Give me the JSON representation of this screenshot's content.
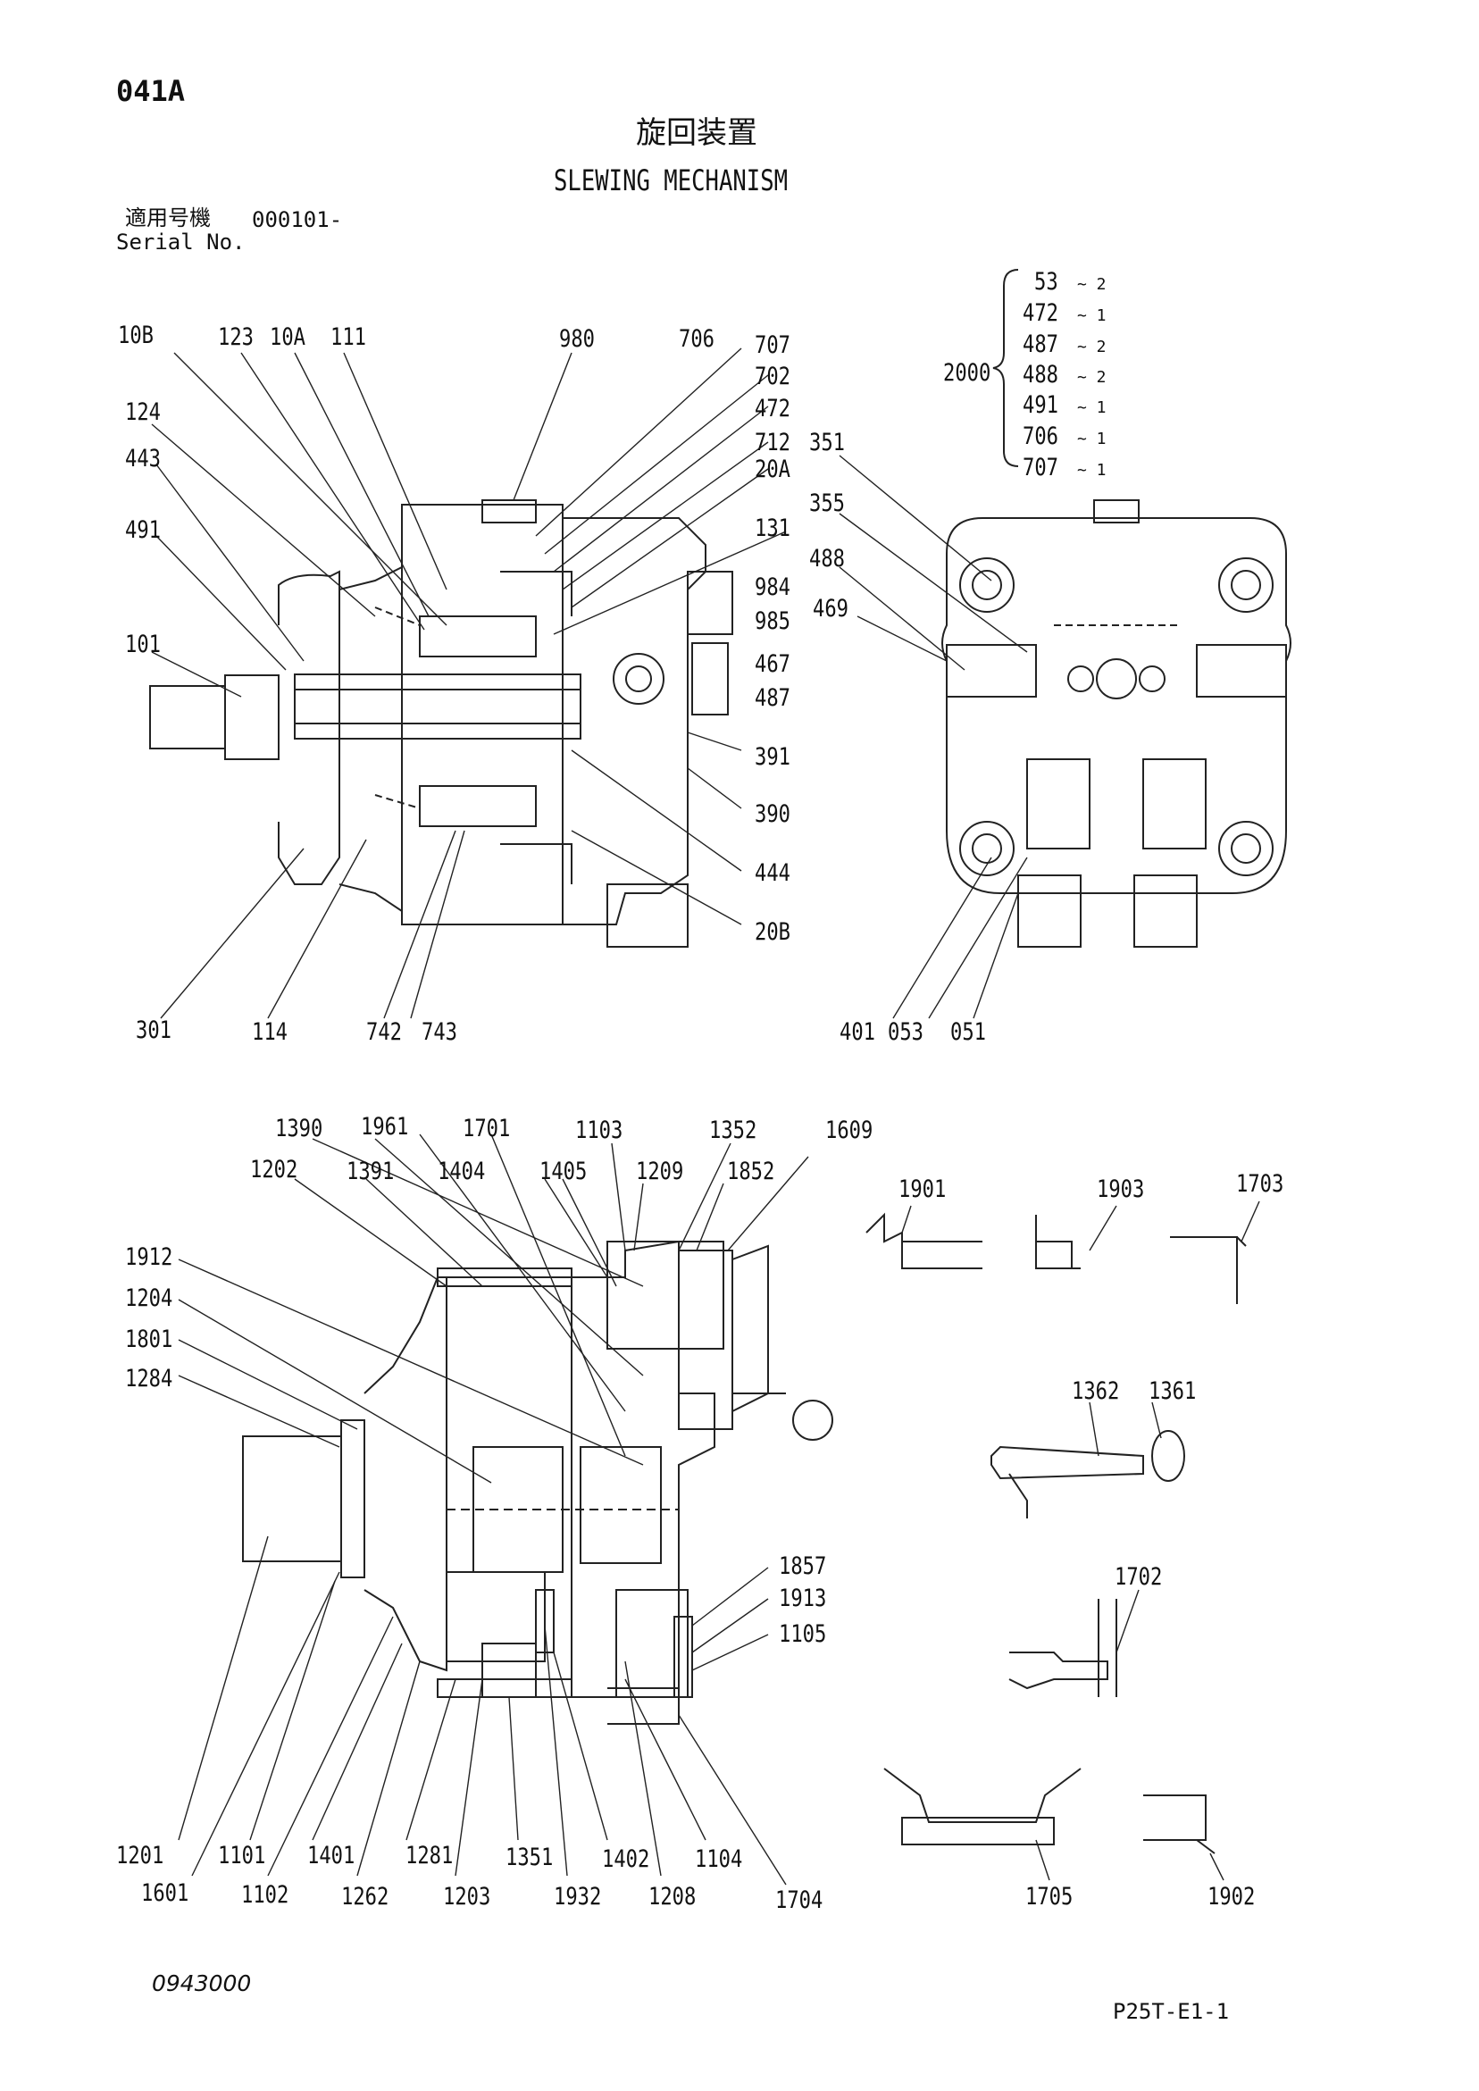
{
  "page_id": "041A",
  "title_jp": "旋回装置",
  "title_en": "SLEWING MECHANISM",
  "serial": {
    "jp_label": "適用号機",
    "value": "000101-",
    "en_label": "Serial No."
  },
  "kit": {
    "id": "2000",
    "items": [
      {
        "part": "53",
        "qty": "2"
      },
      {
        "part": "472",
        "qty": "1"
      },
      {
        "part": "487",
        "qty": "2"
      },
      {
        "part": "488",
        "qty": "2"
      },
      {
        "part": "491",
        "qty": "1"
      },
      {
        "part": "706",
        "qty": "1"
      },
      {
        "part": "707",
        "qty": "1"
      }
    ]
  },
  "callouts": {
    "c_10B": "10B",
    "c_123": "123",
    "c_10A": "10A",
    "c_111": "111",
    "c_980": "980",
    "c_706": "706",
    "c_707": "707",
    "c_702": "702",
    "c_472": "472",
    "c_712": "712",
    "c_351": "351",
    "c_20A": "20A",
    "c_124": "124",
    "c_443": "443",
    "c_491": "491",
    "c_131": "131",
    "c_355": "355",
    "c_488": "488",
    "c_984": "984",
    "c_469": "469",
    "c_985": "985",
    "c_101": "101",
    "c_467": "467",
    "c_487": "487",
    "c_391": "391",
    "c_390": "390",
    "c_444": "444",
    "c_20B": "20B",
    "c_301": "301",
    "c_114": "114",
    "c_742": "742",
    "c_743": "743",
    "c_401": "401",
    "c_053": "053",
    "c_051": "051",
    "c_1390": "1390",
    "c_1961": "1961",
    "c_1701": "1701",
    "c_1103": "1103",
    "c_1352": "1352",
    "c_1609": "1609",
    "c_1202": "1202",
    "c_1391": "1391",
    "c_1404": "1404",
    "c_1405": "1405",
    "c_1209": "1209",
    "c_1852": "1852",
    "c_1901": "1901",
    "c_1903": "1903",
    "c_1703": "1703",
    "c_1912": "1912",
    "c_1204": "1204",
    "c_1801": "1801",
    "c_1284": "1284",
    "c_1362": "1362",
    "c_1361": "1361",
    "c_1857": "1857",
    "c_1702": "1702",
    "c_1913": "1913",
    "c_1105": "1105",
    "c_1201": "1201",
    "c_1101": "1101",
    "c_1401": "1401",
    "c_1281": "1281",
    "c_1351": "1351",
    "c_1402": "1402",
    "c_1104": "1104",
    "c_1601": "1601",
    "c_1102": "1102",
    "c_1262": "1262",
    "c_1203": "1203",
    "c_1932": "1932",
    "c_1208": "1208",
    "c_1704": "1704",
    "c_1705": "1705",
    "c_1902": "1902"
  },
  "footer": {
    "drawing_no": "0943000",
    "page_code": "P25T-E1-1"
  }
}
